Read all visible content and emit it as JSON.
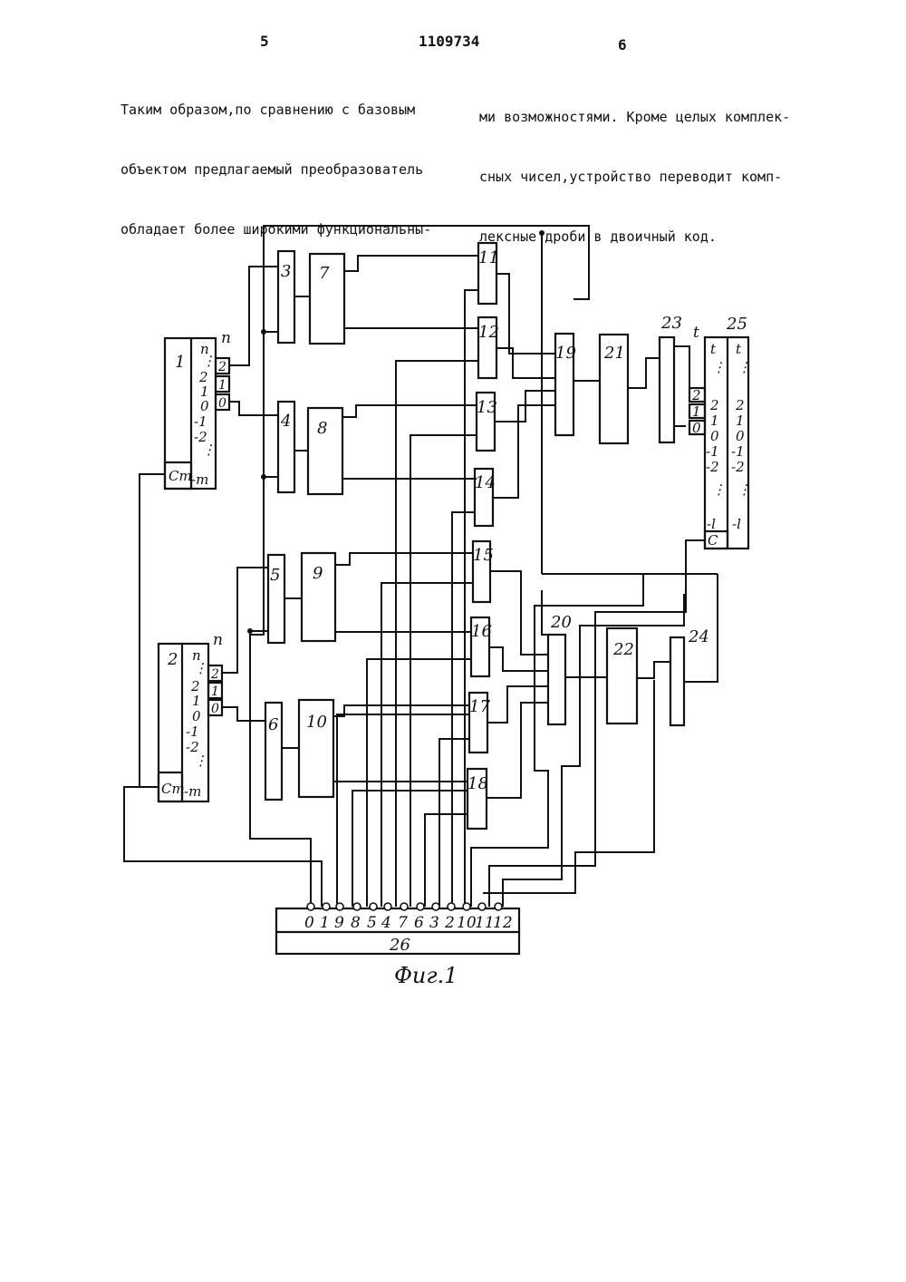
{
  "header": {
    "page_left": "5",
    "patent_number": "1109734",
    "page_right": "6"
  },
  "text": {
    "left_column": [
      "Таким образом,по сравнению с базовым",
      "объектом предлагаемый преобразователь",
      "обладает более широкими функциональны-"
    ],
    "right_column": [
      "ми возможностями. Кроме целых комплек-",
      "сных чисел,устройство переводит комп-",
      "лексные дроби в двоичный код."
    ]
  },
  "figure": {
    "caption": "Фиг.1",
    "blocks": [
      "1",
      "2",
      "3",
      "4",
      "5",
      "6",
      "7",
      "8",
      "9",
      "10",
      "11",
      "12",
      "13",
      "14",
      "15",
      "16",
      "17",
      "18",
      "19",
      "20",
      "21",
      "22",
      "23",
      "24",
      "25",
      "26"
    ],
    "register_labels": {
      "reg1_digits": [
        "n",
        "⋮",
        "2",
        "1",
        "0",
        "-1",
        "-2",
        "⋮",
        "-m"
      ],
      "reg1_control": "Ст",
      "reg2_control": "Ст",
      "reg25_digits_left": [
        "t",
        "⋮",
        "2",
        "1",
        "0",
        "-1",
        "-2",
        "⋮",
        "-l"
      ],
      "reg25_digits_right": [
        "t",
        "⋮",
        "2",
        "1",
        "0",
        "-1",
        "-2",
        "⋮",
        "-l"
      ],
      "reg25_control": "С",
      "side_bits_in": [
        "2",
        "1",
        "0"
      ],
      "side_bits_out": [
        "2",
        "1",
        "0"
      ],
      "n_label": "n",
      "t_label": "t"
    },
    "control_outputs": [
      "0",
      "1",
      "9",
      "8",
      "5",
      "4",
      "7",
      "6",
      "3",
      "2",
      "10",
      "11",
      "12"
    ]
  }
}
